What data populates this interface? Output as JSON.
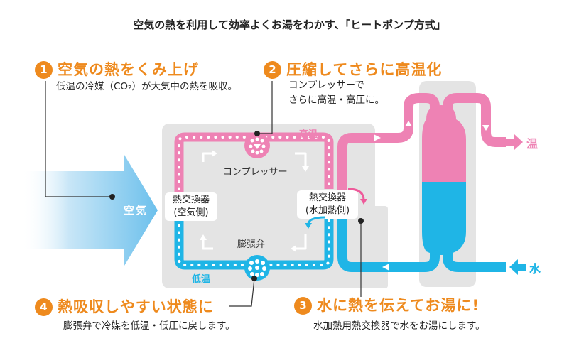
{
  "title": "空気の熱を利用して効率よくお湯をわかす、「ヒートポンプ方式」",
  "steps": [
    {
      "num": "1",
      "heading": "空気の熱をくみ上げ",
      "desc": "低温の冷媒（CO₂）が大気中の熱を吸収。"
    },
    {
      "num": "2",
      "heading": "圧縮してさらに高温化",
      "desc": [
        "コンプレッサーで",
        "さらに高温・高圧に。"
      ]
    },
    {
      "num": "3",
      "heading": "水に熱を伝えてお湯に!",
      "desc": "水加熱用熱交換器で水をお湯にします。"
    },
    {
      "num": "4",
      "heading": "熱吸収しやすい状態に",
      "desc": "膨張弁で冷媒を低温・低圧に戻します。"
    }
  ],
  "labels": {
    "air": "空気",
    "high_temp": "高温",
    "low_temp": "低温",
    "compressor": "コンプレッサー",
    "expansion_valve": "膨張弁",
    "hx_air": [
      "熱交換器",
      "(空気側)"
    ],
    "hx_water": [
      "熱交換器",
      "(水加熱側)"
    ],
    "hot_out": "温",
    "water_in": "水"
  },
  "colors": {
    "accent_orange": "#ee8a1e",
    "hot_pink": "#ee82b4",
    "cold_blue": "#1fb5e6",
    "unit_gray": "#e3e3e3",
    "air_arrow": "#7cc8ee"
  }
}
